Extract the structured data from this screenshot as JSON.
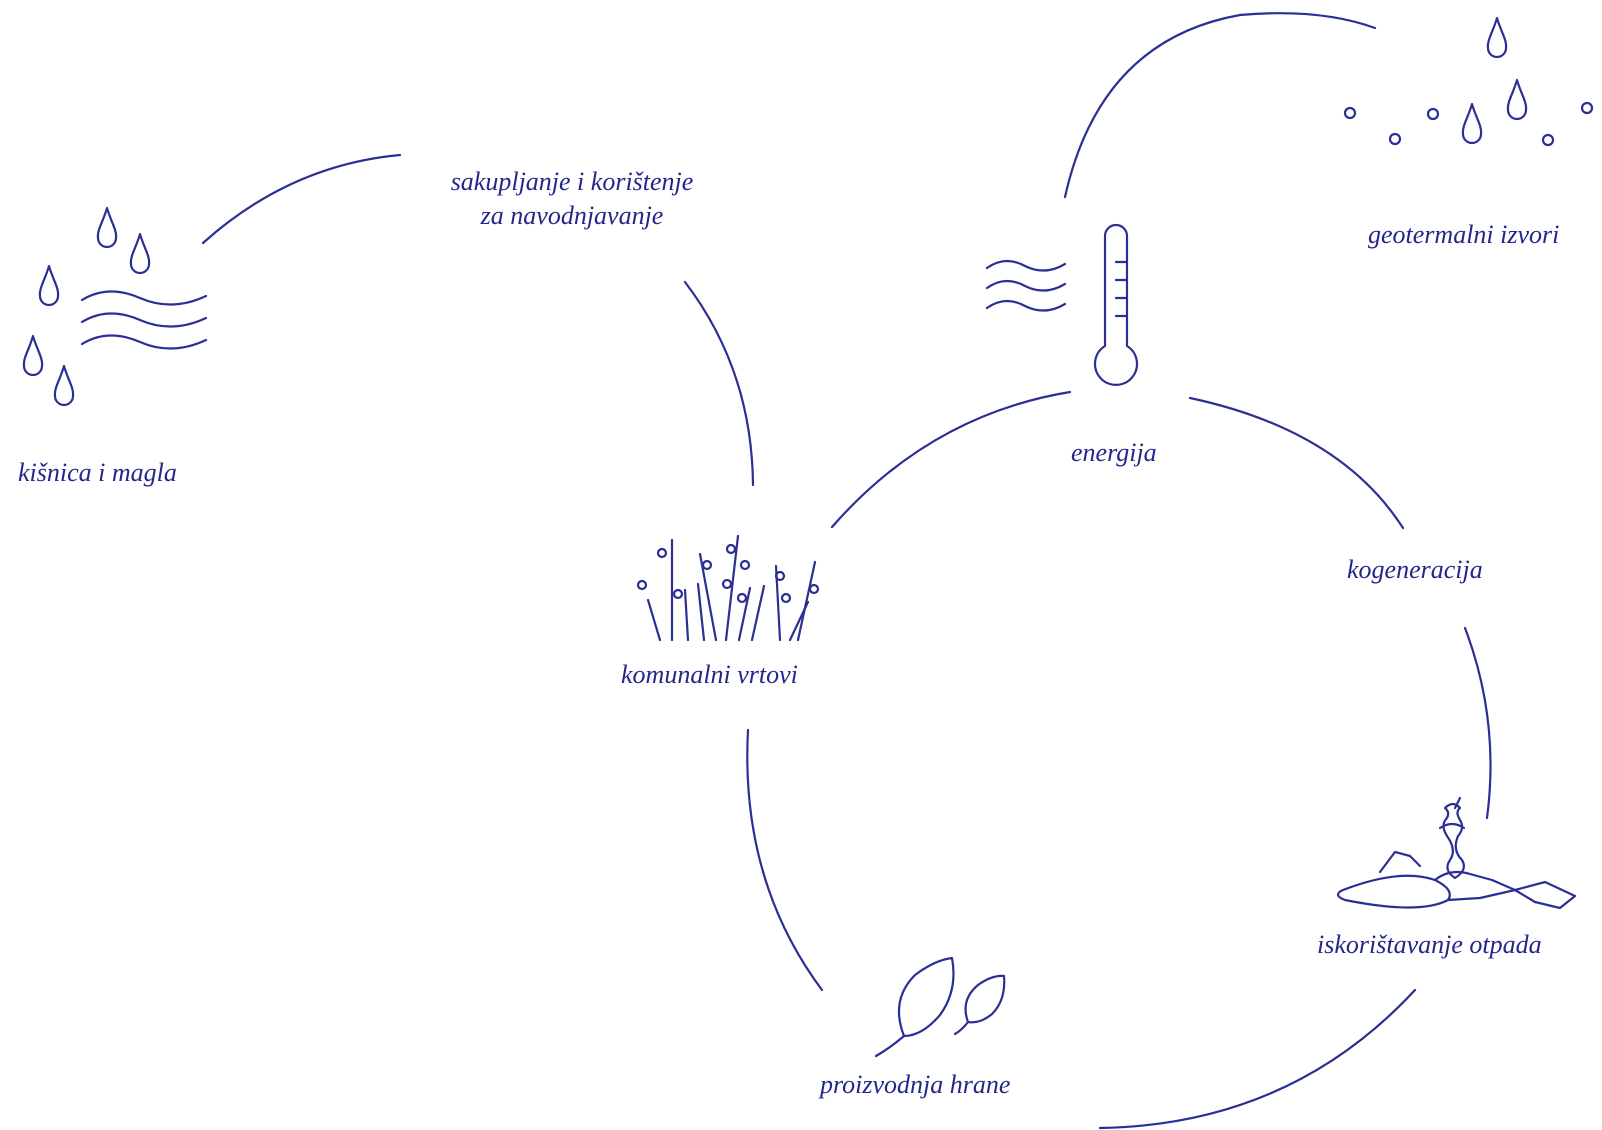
{
  "nodes": {
    "rain_fog": {
      "label": "kišnica i magla",
      "icon": "rain-waves-icon"
    },
    "collection": {
      "label_line1": "sakupljanje i korištenje",
      "label_line2": "za navodnjavanje"
    },
    "gardens": {
      "label": "komunalni vrtovi",
      "icon": "plants-icon"
    },
    "energy": {
      "label": "energija",
      "icon": "thermometer-waves-icon"
    },
    "geothermal": {
      "label": "geotermalni izvori",
      "icon": "drops-bubbles-icon"
    },
    "cogeneration": {
      "label": "kogeneracija"
    },
    "waste": {
      "label": "iskorištavanje otpada",
      "icon": "compost-waste-icon"
    },
    "food": {
      "label": "proizvodnja hrane",
      "icon": "leaves-icon"
    }
  },
  "colors": {
    "stroke": "#2b2f94",
    "text": "#23278a"
  }
}
